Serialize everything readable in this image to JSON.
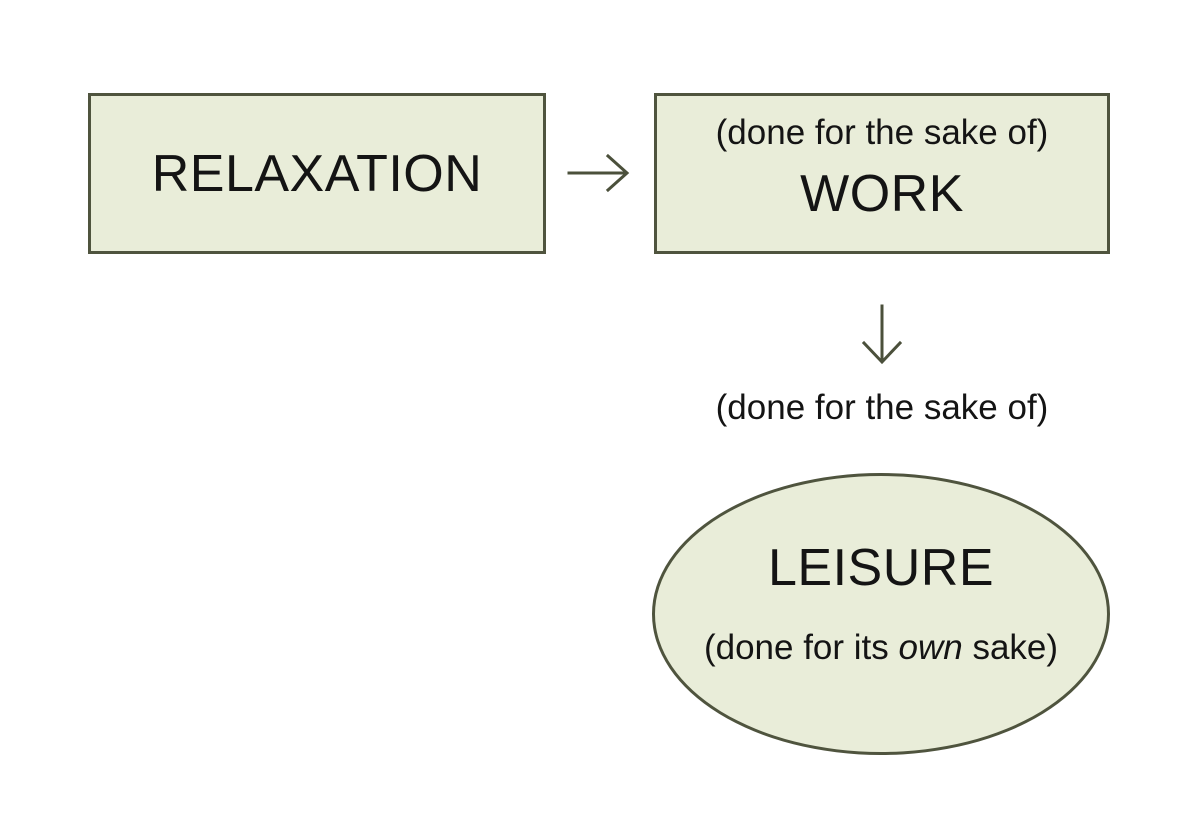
{
  "diagram": {
    "relaxation_box": {
      "label": "RELAXATION"
    },
    "work_box": {
      "caption": "(done for the sake of)",
      "label": "WORK"
    },
    "middle_caption": "(done for the sake of)",
    "leisure_ellipse": {
      "label": "LEISURE",
      "caption_prefix": "(done for its ",
      "caption_italic": "own",
      "caption_suffix": " sake)"
    },
    "colors": {
      "shape_fill": "#e9edd9",
      "shape_border": "#4f543e",
      "arrow": "#4b503b",
      "text": "#141414",
      "background": "#ffffff"
    }
  }
}
